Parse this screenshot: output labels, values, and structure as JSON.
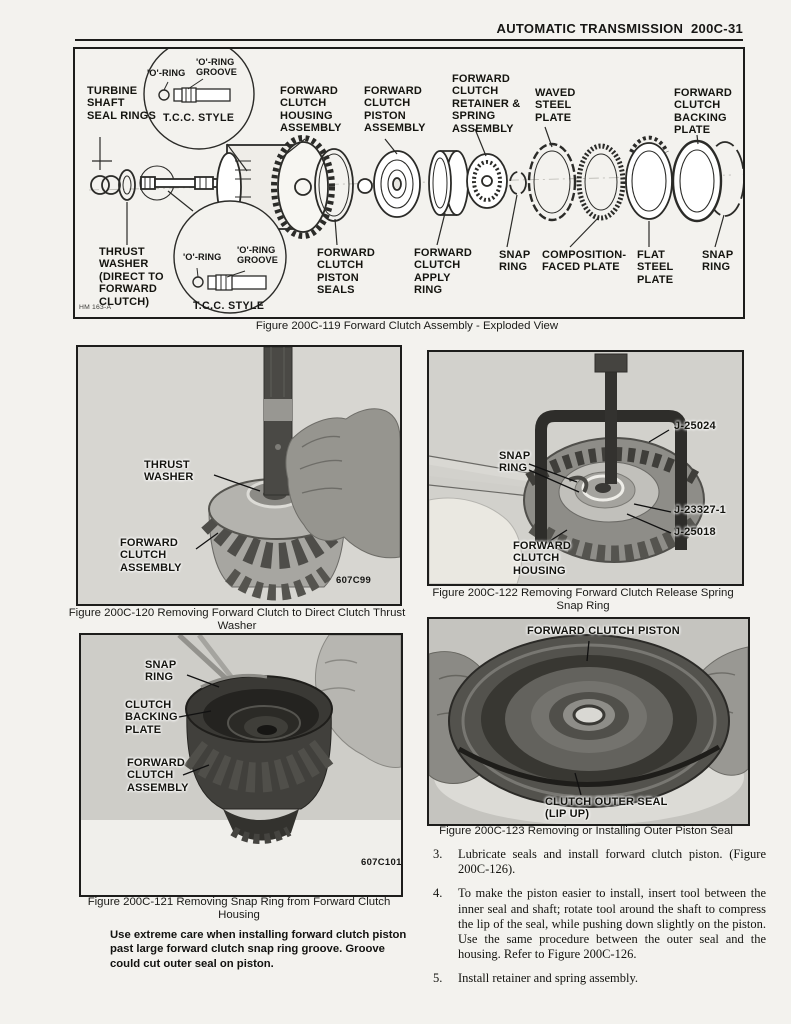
{
  "header": {
    "title": "AUTOMATIC TRANSMISSION",
    "page_code": "200C-31"
  },
  "fig119": {
    "caption": "Figure 200C-119 Forward Clutch Assembly - Exploded View",
    "drawing_code": "HM 163-A",
    "labels": {
      "turbine": "TURBINE SHAFT SEAL RINGS",
      "housing": "FORWARD CLUTCH HOUSING ASSEMBLY",
      "piston": "FORWARD CLUTCH PISTON ASSEMBLY",
      "retainer": "FORWARD CLUTCH RETAINER & SPRING ASSEMBLY",
      "waved": "WAVED STEEL PLATE",
      "backing": "FORWARD CLUTCH BACKING PLATE",
      "thrust": "THRUST WASHER (DIRECT TO FORWARD CLUTCH)",
      "piston_seals": "FORWARD CLUTCH PISTON SEALS",
      "apply_ring": "FORWARD CLUTCH APPLY RING",
      "snap_ring_left": "SNAP RING",
      "composition": "COMPOSITION-FACED PLATE",
      "flat": "FLAT STEEL PLATE",
      "snap_ring_right": "SNAP RING"
    },
    "callout_top": {
      "oring": "'O'-RING",
      "groove": "'O'-RING GROOVE",
      "style": "T.C.C. STYLE"
    },
    "callout_bottom": {
      "oring": "'O'-RING",
      "groove": "'O'-RING GROOVE",
      "style": "T.C.C. STYLE"
    }
  },
  "fig120": {
    "caption": "Figure 200C-120 Removing Forward Clutch to Direct Clutch Thrust Washer",
    "photo_code": "607C99",
    "labels": {
      "thrust_washer": "THRUST WASHER",
      "assembly": "FORWARD CLUTCH ASSEMBLY"
    }
  },
  "fig122": {
    "caption": "Figure 200C-122 Removing Forward Clutch Release Spring Snap Ring",
    "labels": {
      "tool_top": "J-25024",
      "snap_ring": "SNAP RING",
      "tool_mid": "J-23327-1",
      "tool_low": "J-25018",
      "housing": "FORWARD CLUTCH HOUSING"
    }
  },
  "fig121": {
    "caption": "Figure 200C-121 Removing Snap Ring from Forward Clutch Housing",
    "photo_code": "607C101",
    "labels": {
      "snap_ring": "SNAP RING",
      "backing_plate": "CLUTCH BACKING PLATE",
      "assembly": "FORWARD CLUTCH ASSEMBLY"
    }
  },
  "fig123": {
    "caption": "Figure 200C-123 Removing or Installing Outer Piston Seal",
    "labels": {
      "piston": "FORWARD CLUTCH PISTON",
      "outer_seal": "CLUTCH OUTER SEAL (LIP UP)"
    }
  },
  "warning": "Use extreme care when installing forward clutch piston past large forward clutch snap ring groove. Groove could cut outer seal on piston.",
  "steps": [
    {
      "num": "3.",
      "text": "Lubricate seals and install forward clutch piston. (Figure 200C-126)."
    },
    {
      "num": "4.",
      "text": "To make the piston easier to install, insert tool between the inner seal and shaft; rotate tool around the shaft to compress the lip of the seal, while pushing down slightly on the piston. Use the same procedure between the outer seal and the housing. Refer to Figure 200C-126."
    },
    {
      "num": "5.",
      "text": "Install retainer and spring assembly."
    }
  ]
}
